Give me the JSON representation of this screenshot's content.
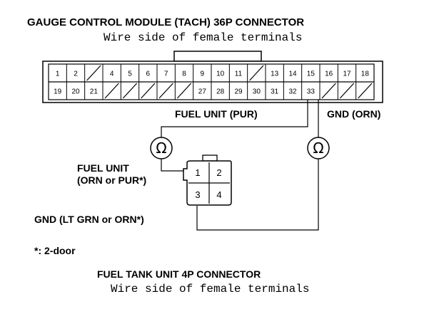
{
  "title": "GAUGE CONTROL MODULE (TACH) 36P CONNECTOR",
  "title_sub": "Wire side of female terminals",
  "connector36": {
    "top_row": [
      "1",
      "2",
      "",
      "4",
      "5",
      "6",
      "7",
      "8",
      "9",
      "10",
      "11",
      "",
      "13",
      "14",
      "15",
      "16",
      "17",
      "18"
    ],
    "bottom_row": [
      "19",
      "20",
      "21",
      "",
      "",
      "",
      "",
      "",
      "27",
      "28",
      "29",
      "30",
      "31",
      "32",
      "33",
      "",
      "",
      ""
    ]
  },
  "wire_labels": {
    "fuel_unit_pur": "FUEL UNIT (PUR)",
    "gnd_orn": "GND (ORN)"
  },
  "fuel_unit_label": "FUEL UNIT",
  "fuel_unit_label_2": "(ORN or PUR*)",
  "gnd_label": "GND (LT GRN or ORN*)",
  "footnote": "*: 2-door",
  "connector4": {
    "pins": [
      "1",
      "2",
      "3",
      "4"
    ]
  },
  "meter_symbol": "Ω",
  "bottom_title": "FUEL TANK UNIT 4P CONNECTOR",
  "bottom_title_sub": "Wire side of female terminals"
}
